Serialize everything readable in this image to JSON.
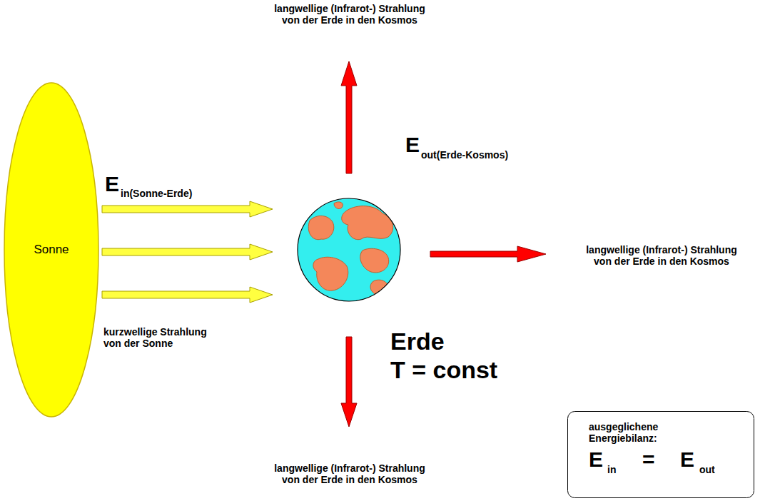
{
  "diagram": {
    "nodes": [
      {
        "text": [
          "Sonne"
        ]
      },
      {
        "text": [
          "Erde",
          "T = const"
        ]
      },
      {
        "text": [
          "ausgeglichene Energiebilanz:",
          "E",
          "in",
          "=",
          "E",
          "out"
        ]
      }
    ],
    "edges": [
      {
        "from": 0,
        "to": 1,
        "arrow": "to"
      },
      {
        "from": 0,
        "to": 1,
        "arrow": "to"
      },
      {
        "from": 0,
        "to": 1,
        "arrow": "to"
      }
    ],
    "labels": [
      "langwellige (Infrarot-) Strahlung von der Erde in den Kosmos",
      "E",
      "out(Erde-Kosmos)",
      "E",
      "in(Sonne-Erde)",
      "langwellige (Infrarot-) Strahlung von der Erde in den Kosmos",
      "kurzwellige Strahlung von der Sonne",
      "langwellige (Infrarot-) Strahlung von der Erde in den Kosmos"
    ]
  }
}
